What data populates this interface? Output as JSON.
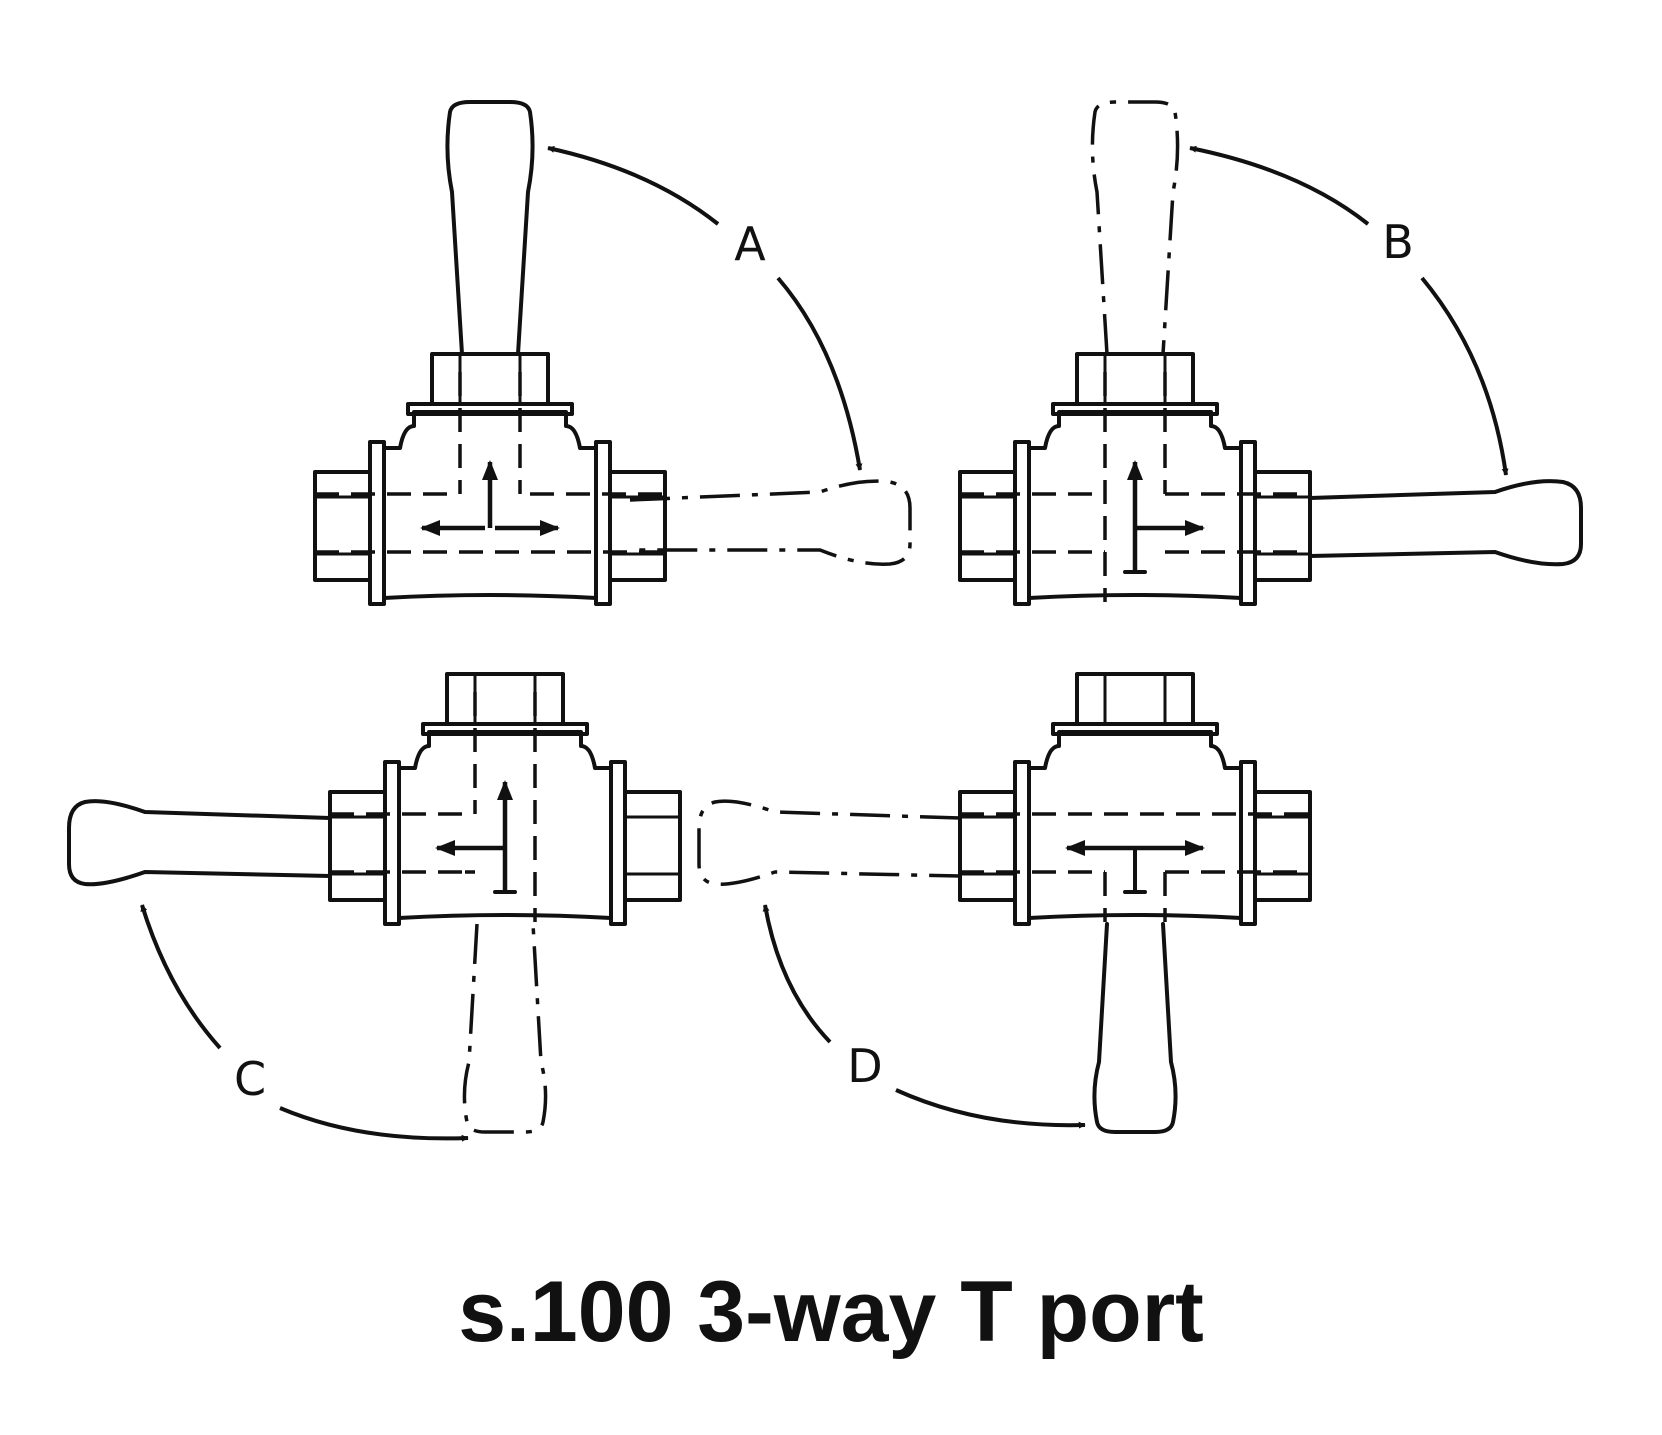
{
  "caption": "s.100 3-way T port",
  "positions": [
    {
      "id": "A",
      "label": "A"
    },
    {
      "id": "B",
      "label": "B"
    },
    {
      "id": "C",
      "label": "C"
    },
    {
      "id": "D",
      "label": "D"
    }
  ],
  "colors": {
    "line": "#111111",
    "background": "#ffffff"
  }
}
